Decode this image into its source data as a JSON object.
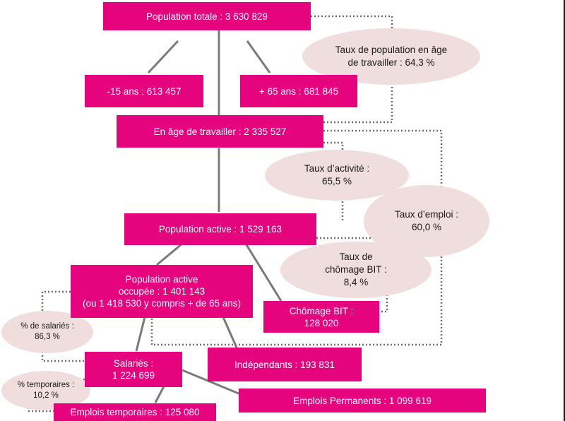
{
  "nodes": {
    "population_totale": "Population totale : 3 630 829",
    "moins_15": "-15 ans : 613 457",
    "plus_65": "+ 65 ans : 681 845",
    "age_travailler": "En âge de travailler : 2 335 527",
    "population_active": "Population active : 1 529 163",
    "population_active_occupee": "Population active\noccupée : 1 401 143\n(ou 1 418 530 y compris + de 65 ans)",
    "chomage_bit": "Chômage BIT :\n128 020",
    "salaries": "Salariés :\n1 224 699",
    "independants": "Indépendants : 193 831",
    "emplois_permanents": "Emplois Permanents : 1 099 619",
    "emplois_temporaires": "Emplois temporaires : 125 080"
  },
  "rates": {
    "taux_population_age": "Taux de population en âge\nde travailler : 64,3 %",
    "taux_activite": "Taux d’activité :\n65,5 %",
    "taux_emploi": "Taux d’emploi :\n60,0 %",
    "taux_chomage": "Taux de\nchômage BIT :\n8,4 %",
    "pct_salaries": "% de salariés :\n86,3 %",
    "pct_temporaires": "% temporaires :\n10,2 %"
  },
  "colors": {
    "box": "#e5047e",
    "oval": "#f0dede",
    "solid_connector": "#7a7a7a",
    "dotted_connector": "#6e6e6e"
  }
}
